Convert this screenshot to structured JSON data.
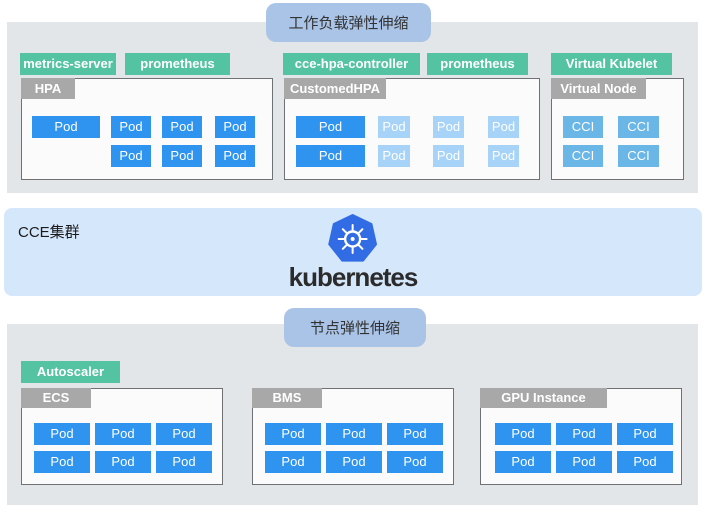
{
  "diagram": {
    "workload": {
      "title": "工作负载弹性伸缩",
      "hpa_group": {
        "tags": [
          "metrics-server",
          "prometheus"
        ],
        "panel_title": "HPA"
      },
      "customed_hpa_group": {
        "tags": [
          "cce-hpa-controller",
          "prometheus"
        ],
        "panel_title": "CustomedHPA"
      },
      "virtual_group": {
        "tags": [
          "Virtual Kubelet"
        ],
        "panel_title": "Virtual Node"
      }
    },
    "cluster": {
      "label": "CCE集群",
      "logo_text": "kubernetes"
    },
    "node": {
      "title": "节点弹性伸缩",
      "tags": [
        "Autoscaler"
      ],
      "panels": [
        {
          "title": "ECS"
        },
        {
          "title": "BMS"
        },
        {
          "title": "GPU Instance"
        }
      ]
    },
    "labels": {
      "pod": "Pod",
      "cci": "CCI"
    },
    "colors": {
      "section_bg": "#e2e6e8",
      "badge_bg": "#aac4e8",
      "tag_green": "#54c3a1",
      "tab_gray": "#a8a8a8",
      "pod_blue": "#2e94f0",
      "pod_light_blue": "#a6d3f7",
      "cci_blue": "#6ab6e7",
      "cluster_band_bg": "#d5e7fa",
      "kubernetes_blue": "#326ce5"
    }
  }
}
